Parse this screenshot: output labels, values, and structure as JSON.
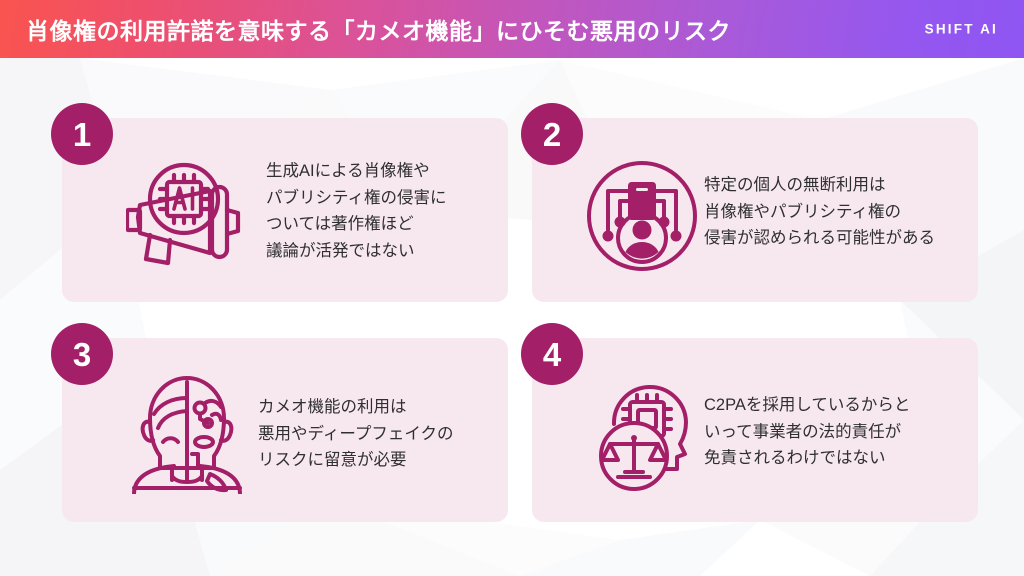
{
  "header": {
    "title": "肖像権の利用許諾を意味する「カメオ機能」にひそむ悪用のリスク",
    "logo": "SHIFT AI",
    "gradient_start": "#f9544f",
    "gradient_mid": "#c256bc",
    "gradient_end": "#8f55f2"
  },
  "theme": {
    "accent": "#a31f67",
    "card_bg": "#f7e8ef",
    "text_color": "#2f2f33",
    "page_bg": "#ffffff"
  },
  "cards": [
    {
      "number": "1",
      "icon": "megaphone-ai-chip-icon",
      "text": "生成AIによる肖像権や\nパブリシティ権の侵害に\nついては著作権ほど\n議論が活発ではない"
    },
    {
      "number": "2",
      "icon": "person-identity-network-icon",
      "text": "特定の個人の無断利用は\n肖像権やパブリシティ権の\n侵害が認められる可能性がある"
    },
    {
      "number": "3",
      "icon": "deepfake-face-icon",
      "text": "カメオ機能の利用は\n悪用やディープフェイクの\nリスクに留意が必要"
    },
    {
      "number": "4",
      "icon": "head-chip-scales-icon",
      "text": "C2PAを採用しているからと\nいって事業者の法的責任が\n免責されるわけではない"
    }
  ]
}
